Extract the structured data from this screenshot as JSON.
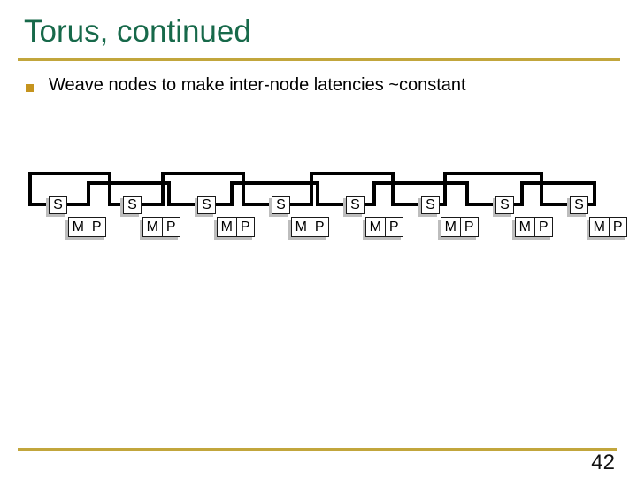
{
  "slide": {
    "title": "Torus, continued",
    "bullet_text": "Weave nodes to make inter-node latencies ~constant",
    "page_number": "42"
  },
  "colors": {
    "title_green": "#17694A",
    "rule_gold": "#C2A63C",
    "bullet_gold": "#C5941E",
    "wire_black": "#000000",
    "box_shadow_gray": "#BDBDBD"
  },
  "diagram": {
    "description": "eight-node woven torus: wires weave over alternate nodes so inter-node latencies are ~constant",
    "node_count": 8,
    "nodes": [
      {
        "switch": "S",
        "memory": "M",
        "processor": "P"
      },
      {
        "switch": "S",
        "memory": "M",
        "processor": "P"
      },
      {
        "switch": "S",
        "memory": "M",
        "processor": "P"
      },
      {
        "switch": "S",
        "memory": "M",
        "processor": "P"
      },
      {
        "switch": "S",
        "memory": "M",
        "processor": "P"
      },
      {
        "switch": "S",
        "memory": "M",
        "processor": "P"
      },
      {
        "switch": "S",
        "memory": "M",
        "processor": "P"
      },
      {
        "switch": "S",
        "memory": "M",
        "processor": "P"
      }
    ],
    "links": [
      {
        "from": 1,
        "to": 2,
        "level": "tall",
        "type": "fold-left"
      },
      {
        "from": 1,
        "to": 3,
        "level": "mid",
        "type": "skip"
      },
      {
        "from": 2,
        "to": 4,
        "level": "tall",
        "type": "skip"
      },
      {
        "from": 3,
        "to": 5,
        "level": "mid",
        "type": "skip"
      },
      {
        "from": 4,
        "to": 6,
        "level": "tall",
        "type": "skip"
      },
      {
        "from": 5,
        "to": 7,
        "level": "mid",
        "type": "skip"
      },
      {
        "from": 6,
        "to": 8,
        "level": "tall",
        "type": "skip"
      },
      {
        "from": 7,
        "to": 8,
        "level": "mid",
        "type": "fold-right"
      }
    ]
  }
}
